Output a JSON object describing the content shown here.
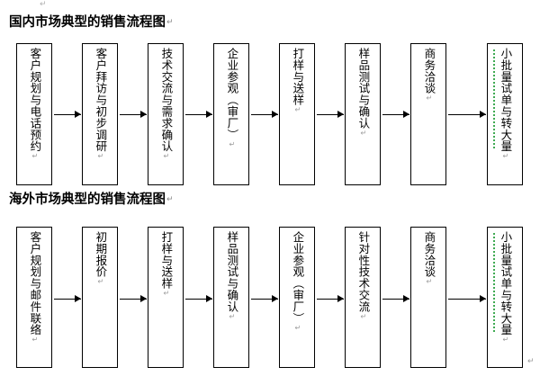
{
  "document": {
    "top_paragraph_mark": "↵",
    "trailing_paragraph_mark": "↵",
    "pilcrow": "↵"
  },
  "accent_colors": {
    "grammar_underline": "#3faa52",
    "border": "#000000",
    "text": "#000000",
    "mark": "#9a9a9a"
  },
  "sections": [
    {
      "title": "国内市场典型的销售流程图",
      "title_mark": "↵",
      "nodes": [
        {
          "label": "客户规划与电话预约",
          "mark": "↵",
          "flagged": false
        },
        {
          "label": "客户拜访与初步调研",
          "mark": "↵",
          "flagged": false
        },
        {
          "label": "技术交流与需求确认",
          "mark": "↵",
          "flagged": false
        },
        {
          "label": "企业参观（审厂）",
          "mark": "↵",
          "flagged": false
        },
        {
          "label": "打样与送样",
          "mark": "↵",
          "flagged": false
        },
        {
          "label": "样品测试与确认",
          "mark": "↵",
          "flagged": false
        },
        {
          "label": "商务洽谈",
          "mark": "↵",
          "flagged": false
        },
        {
          "label": "小批量试单与转大量",
          "mark": "↵",
          "flagged": true
        }
      ]
    },
    {
      "title": "海外市场典型的销售流程图",
      "title_mark": "↵",
      "nodes": [
        {
          "label": "客户规划与邮件联络",
          "mark": "↵",
          "flagged": false
        },
        {
          "label": "初期报价",
          "mark": "↵",
          "flagged": false
        },
        {
          "label": "打样与送样",
          "mark": "↵",
          "flagged": false
        },
        {
          "label": "样品测试与确认",
          "mark": "↵",
          "flagged": false
        },
        {
          "label": "企业参观（审厂）",
          "mark": "↵",
          "flagged": false
        },
        {
          "label": "针对性技术交流",
          "mark": "↵",
          "flagged": false
        },
        {
          "label": "商务洽谈",
          "mark": "↵",
          "flagged": false
        },
        {
          "label": "小批量试单与转大量",
          "mark": "↵",
          "flagged": true
        }
      ]
    }
  ]
}
